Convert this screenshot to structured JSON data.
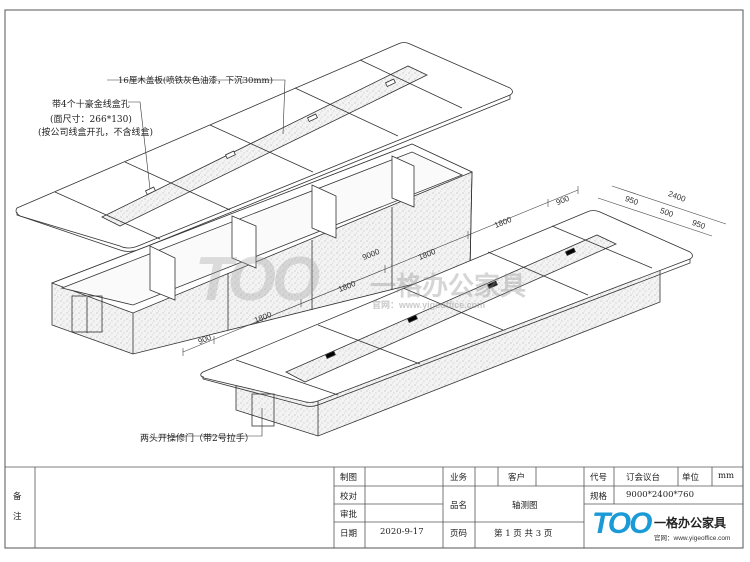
{
  "annotations": {
    "top_cover": "16厘木盖板(喷铁灰色油漆，下沉30mm)",
    "wire_box_1": "带4个十豪金线盒孔",
    "wire_box_2": "(面尺寸：266*130)",
    "wire_box_3": "(按公司线盒开孔，不含线盒)",
    "doors": "两头开操修门（带2号拉手）"
  },
  "dimensions": {
    "total_length": "9000",
    "width_total": "2400",
    "w1": "950",
    "w2": "500",
    "w3": "950",
    "seg_900_a": "900",
    "seg_1800_a": "1800",
    "seg_1800_b": "1800",
    "seg_1800_c": "1800",
    "seg_1800_d": "1800",
    "seg_900_b": "900"
  },
  "watermark": {
    "brand": "TOO",
    "company": "一格办公家具",
    "url": "官网：www.yigeoffice.com"
  },
  "title_block": {
    "notes_label": "备\n注",
    "r_drawing": "制图",
    "r_check": "校对",
    "r_approve": "审批",
    "r_date": "日期",
    "date_value": "2020-9-17",
    "business": "业务",
    "customer": "客户",
    "name_label": "品名",
    "name_value": "轴测图",
    "page_label": "页码",
    "page_value": "第 1 页 共 3 页",
    "code_label": "代号",
    "code_value": "订会议台",
    "unit_label": "单位",
    "unit_value": "mm",
    "spec_label": "规格",
    "spec_value": "9000*2400*760"
  },
  "logo": {
    "brand": "TOO",
    "company": "一格办公家具",
    "url": "官网：www.yigeoffice.com",
    "brand_color": "#1a9bd7"
  }
}
